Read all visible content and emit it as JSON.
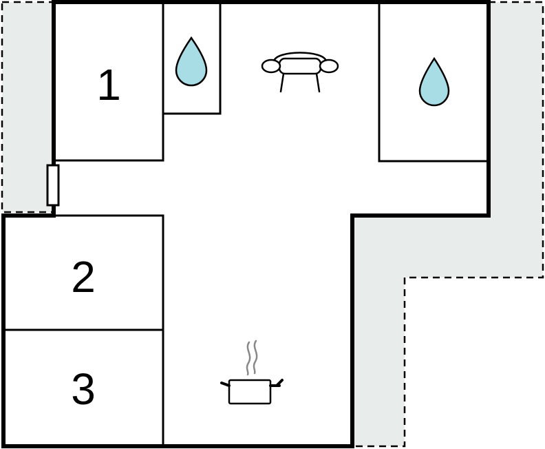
{
  "floor_plan": {
    "rooms": [
      {
        "id": "bedroom-1",
        "label": "1"
      },
      {
        "id": "bedroom-2",
        "label": "2"
      },
      {
        "id": "bedroom-3",
        "label": "3"
      }
    ],
    "icons": [
      {
        "id": "bathroom-water-drop-left",
        "name": "water-drop-icon"
      },
      {
        "id": "bathroom-water-drop-right",
        "name": "water-drop-icon"
      },
      {
        "id": "living-room-sofa",
        "name": "sofa-icon"
      },
      {
        "id": "kitchen-pot",
        "name": "cooking-pot-icon"
      }
    ],
    "colors": {
      "wall": "#000000",
      "outdoor_area": "#e8ecea",
      "water": "#a8dde6",
      "floor": "#ffffff"
    }
  }
}
